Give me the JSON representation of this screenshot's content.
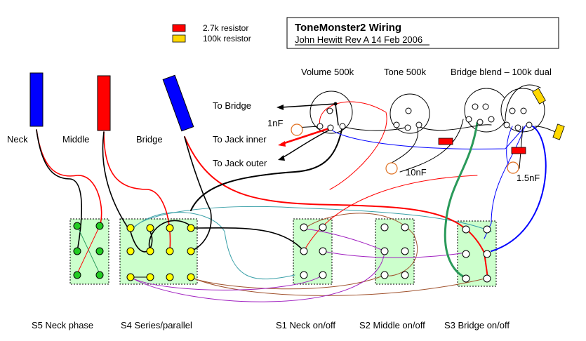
{
  "title_box": {
    "title": "ToneMonster2  Wiring",
    "subtitle": "John Hewitt Rev A  14 Feb 2006"
  },
  "legend": [
    {
      "color": "#ff0000",
      "label": "2.7k resistor"
    },
    {
      "color": "#ffd800",
      "label": "100k  resistor"
    }
  ],
  "pickups": [
    {
      "label": "Neck",
      "color": "#0000ff"
    },
    {
      "label": "Middle",
      "color": "#ff0000"
    },
    {
      "label": "Bridge",
      "color": "#0000ff"
    }
  ],
  "pots": {
    "volume": "Volume 500k",
    "tone": "Tone 500k",
    "blend": "Bridge blend – 100k dual"
  },
  "outputs": {
    "bridge": "To Bridge",
    "jack_inner": "To Jack inner",
    "jack_outer": "To Jack outer"
  },
  "caps": {
    "c1": "1nF",
    "c2": "10nF",
    "c3": "1.5nF"
  },
  "switches": [
    {
      "label": "S5 Neck phase"
    },
    {
      "label": "S4 Series/parallel"
    },
    {
      "label": "S1 Neck on/off"
    },
    {
      "label": "S2 Middle on/off"
    },
    {
      "label": "S3 Bridge on/off"
    }
  ],
  "colors": {
    "wire_black": "#000000",
    "wire_red": "#ff0000",
    "wire_blue": "#0000ff",
    "wire_green": "#2a9a5a",
    "wire_teal": "#3aa0a8",
    "wire_purple": "#a020c0",
    "wire_brown": "#a0522d",
    "switch_bg": "#ccffcc",
    "lug_green": "#22cc22",
    "lug_yellow": "#ffff00",
    "cap_orange": "#e07020"
  }
}
